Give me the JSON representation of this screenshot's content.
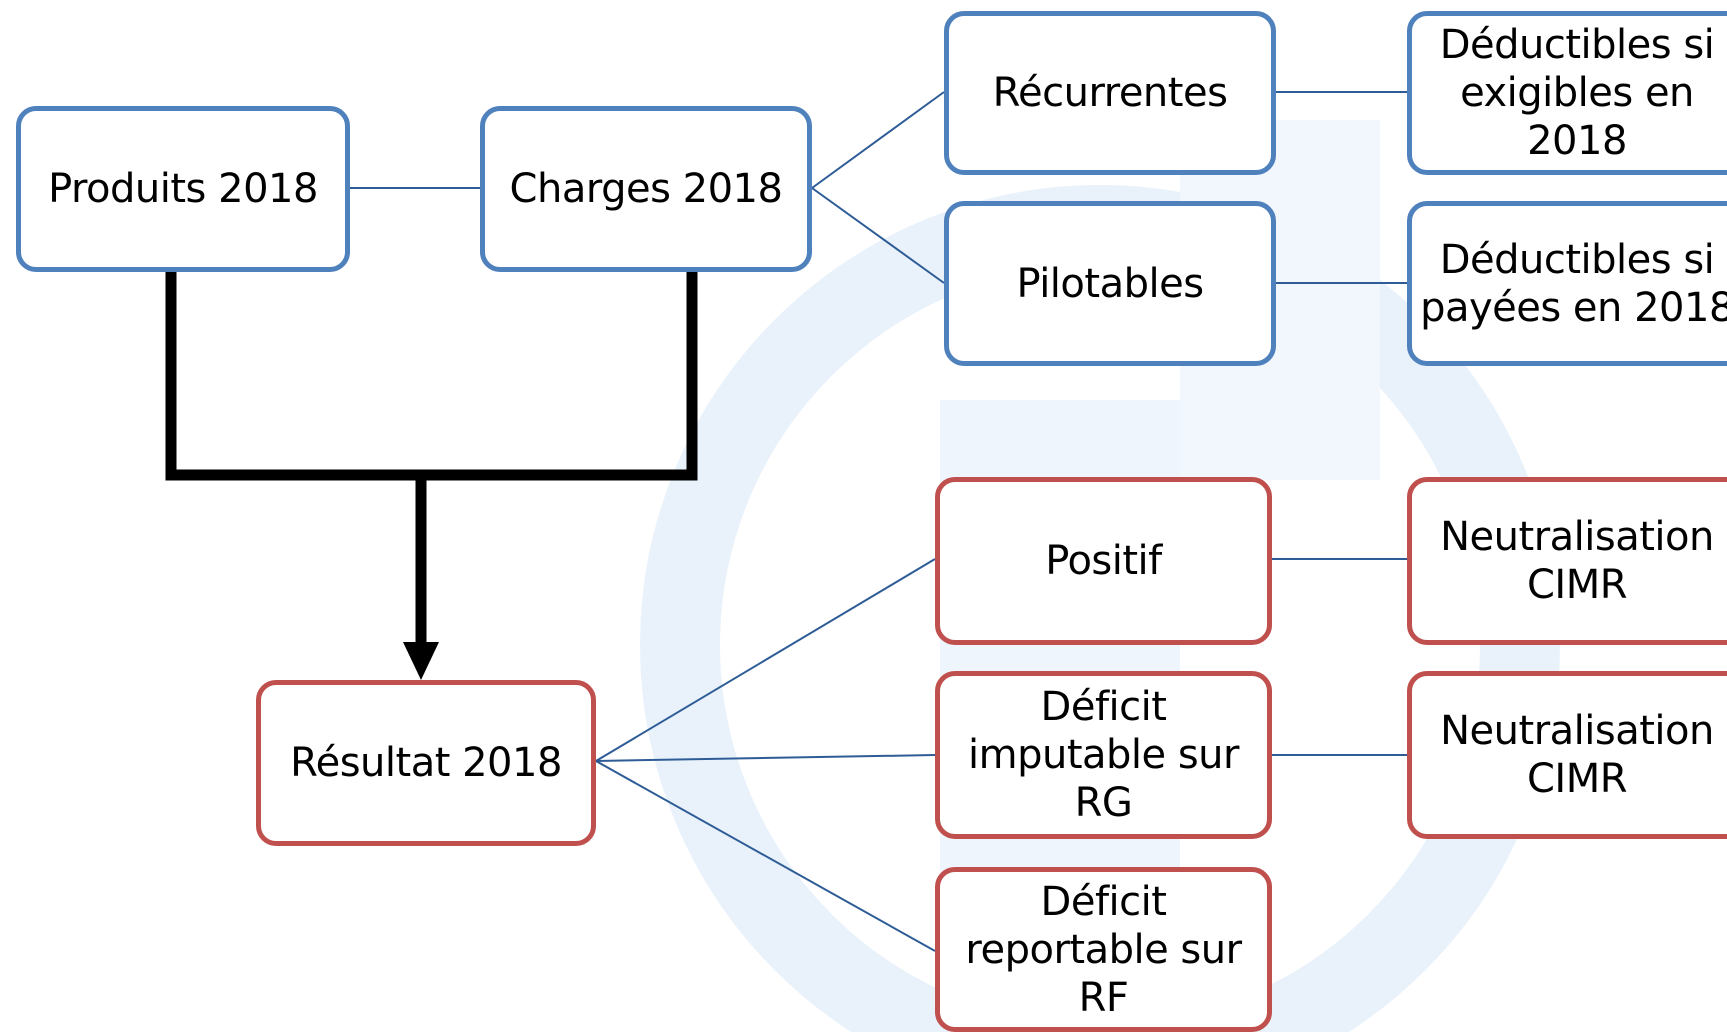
{
  "colors": {
    "blue_border": "#4f81bd",
    "red_border": "#c0504d",
    "connector": "#2e5c96",
    "thick_connector": "#000000",
    "watermark": "#e9f2fb"
  },
  "nodes": {
    "produits": "Produits 2018",
    "charges": "Charges 2018",
    "recurrentes": "Récurrentes",
    "pilotables": "Pilotables",
    "deductibles_exigibles": "Déductibles si\nexigibles en\n2018",
    "deductibles_payees": "Déductibles si\npayées en 2018",
    "resultat": "Résultat 2018",
    "positif": "Positif",
    "deficit_rg": "Déficit\nimputable sur\nRG",
    "deficit_rf": "Déficit\nreportable sur\nRF",
    "neutralisation_1": "Neutralisation\nCIMR",
    "neutralisation_2": "Neutralisation\nCIMR"
  }
}
